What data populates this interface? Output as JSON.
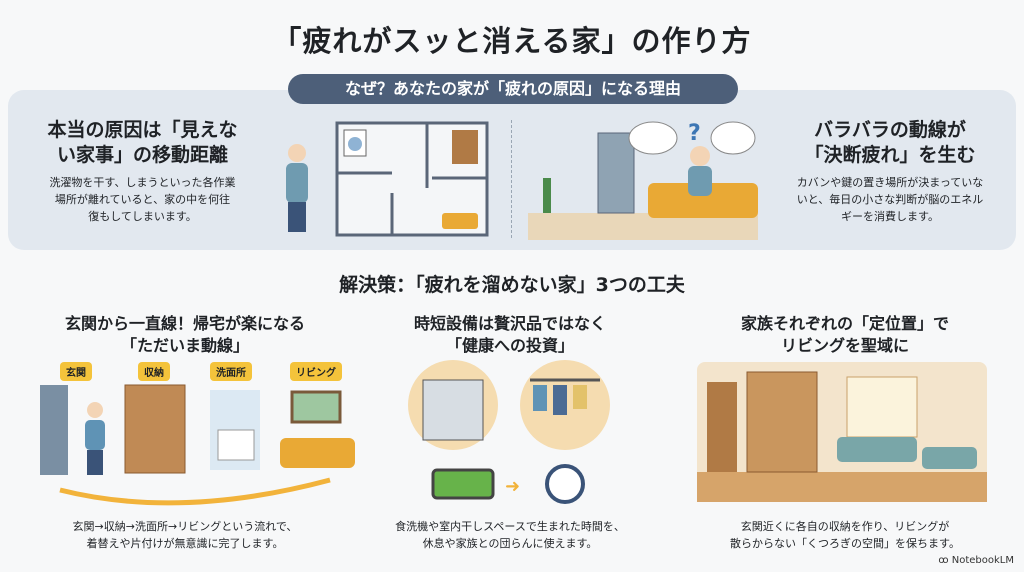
{
  "title": "「疲れがスッと消える家」の作り方",
  "problem": {
    "pill": "なぜ？あなたの家が「疲れの原因」になる理由",
    "left": {
      "heading_1": "本当の原因は「見えな",
      "heading_2": "い家事」の移動距離",
      "body_1": "洗濯物を干す、しまうといった各作業",
      "body_2": "場所が離れていると、家の中を何往",
      "body_3": "復もしてしまいます。"
    },
    "right": {
      "heading_1": "バラバラの動線が",
      "heading_2": "「決断疲れ」を生む",
      "body_1": "カバンや鍵の置き場所が決まっていな",
      "body_2": "いと、毎日の小さな判断が脳のエネル",
      "body_3": "ギーを消費します。"
    }
  },
  "solution": {
    "heading": "解決策：「疲れを溜めない家」3つの工夫",
    "cols": [
      {
        "heading_1": "玄関から一直線！帰宅が楽になる",
        "heading_2": "「ただいま動線」",
        "tags": [
          "玄関",
          "収納",
          "洗面所",
          "リビング"
        ],
        "body_1": "玄関→収納→洗面所→リビングという流れで、",
        "body_2": "着替えや片付けが無意識に完了します。"
      },
      {
        "heading_1": "時短設備は贅沢品ではなく",
        "heading_2": "「健康への投資」",
        "body_1": "食洗機や室内干しスペースで生まれた時間を、",
        "body_2": "休息や家族との団らんに使えます。"
      },
      {
        "heading_1": "家族それぞれの「定位置」で",
        "heading_2": "リビングを聖域に",
        "body_1": "玄関近くに各自の収納を作り、リビングが",
        "body_2": "散らからない「くつろぎの空間」を保ちます。"
      }
    ]
  },
  "footer": {
    "brand": "NotebookLM"
  },
  "colors": {
    "pill": "#4d5f79",
    "panel": "#e2e8ef",
    "tag": "#f4c33b",
    "sofa": "#e9a935"
  }
}
